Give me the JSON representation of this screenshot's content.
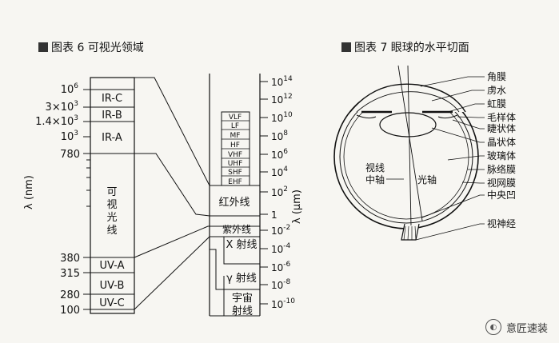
{
  "fig6": {
    "title": "图表 6  可视光领域",
    "axis_label": "λ (nm)",
    "ticks": [
      {
        "base": "10",
        "exp": "6"
      },
      {
        "base": "3×10",
        "exp": "3"
      },
      {
        "base": "1.4×10",
        "exp": "3"
      },
      {
        "base": "10",
        "exp": "3"
      },
      {
        "base": "780",
        "exp": ""
      },
      {
        "base": "380",
        "exp": ""
      },
      {
        "base": "315",
        "exp": ""
      },
      {
        "base": "280",
        "exp": ""
      },
      {
        "base": "100",
        "exp": ""
      }
    ],
    "bands": [
      "IR-C",
      "IR-B",
      "IR-A",
      "可",
      "视",
      "光",
      "线",
      "UV-A",
      "UV-B",
      "UV-C"
    ],
    "radio_bands": [
      "VLF",
      "LF",
      "MF",
      "HF",
      "VHF",
      "UHF",
      "SHF",
      "EHF"
    ],
    "regions": [
      "红外线",
      "紫外线",
      "X 射线",
      "γ 射线",
      "宇宙",
      "射线"
    ],
    "right_axis_label": "λ (μm)",
    "right_ticks": [
      {
        "base": "10",
        "exp": "14"
      },
      {
        "base": "10",
        "exp": "12"
      },
      {
        "base": "10",
        "exp": "10"
      },
      {
        "base": "10",
        "exp": "8"
      },
      {
        "base": "10",
        "exp": "6"
      },
      {
        "base": "10",
        "exp": "4"
      },
      {
        "base": "10",
        "exp": "2"
      },
      {
        "base": "1",
        "exp": ""
      },
      {
        "base": "10",
        "exp": "-2"
      },
      {
        "base": "10",
        "exp": "-4"
      },
      {
        "base": "10",
        "exp": "-6"
      },
      {
        "base": "10",
        "exp": "-8"
      },
      {
        "base": "10",
        "exp": "-10"
      }
    ]
  },
  "fig7": {
    "title": "图表 7  眼球的水平切面",
    "labels": [
      "角膜",
      "虏水",
      "虹膜",
      "毛样体",
      "睫状体",
      "晶状体",
      "玻璃体",
      "脉络膜",
      "视网膜",
      "中央凹",
      "视神经"
    ],
    "inner_labels": [
      "视线",
      "中轴",
      "光轴"
    ]
  },
  "watermark": {
    "text": "意匠速装",
    "icon": "wechat-icon"
  },
  "colors": {
    "background": "#f7f6f2",
    "ink": "#111111"
  }
}
